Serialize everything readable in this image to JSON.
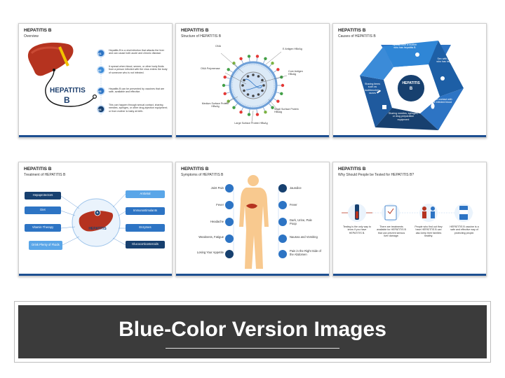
{
  "banner": {
    "text": "Blue-Color Version Images"
  },
  "colors": {
    "primary": "#2d74c4",
    "dark": "#17406f",
    "light": "#5aa6e8",
    "banner_bg": "#3b3b3b",
    "liver": "#b5331f"
  },
  "slide1": {
    "title": "HEPATITIS B",
    "subtitle": "Overview",
    "logo_word1": "HEPATITIS",
    "logo_word2": "B",
    "items": [
      {
        "num": "01",
        "text": "Hepatitis B is a viral infection that attacks the liver and can cause both acute and chronic disease."
      },
      {
        "num": "02",
        "text": "It spread when blood, semen, or other body fluids from a person infected with the virus enters the body of someone who is not infected."
      },
      {
        "num": "03",
        "text": "Hepatitis B can be prevented by vaccines that are safe, available and effective."
      },
      {
        "num": "04",
        "text": "This can happen through sexual contact, sharing needles, syringes, or other drug-injection equipment; or from mother to baby at birth."
      }
    ]
  },
  "slide2": {
    "title": "HEPATITIS B",
    "subtitle": "Structure of HEPATITIS B",
    "labels": {
      "dna": "DNA",
      "dna_polymerase": "DNA Polymerase",
      "medium_surface": "Medium Surface Protein HBsAg",
      "large_surface": "Large Surface Protein HBsAg",
      "small_surface": "Small Surface Protein HBsAg",
      "core_antigen": "Core Antigen HBcAg",
      "e_antigen": "E Antigen HBeAg"
    }
  },
  "slide3": {
    "title": "HEPATITIS B",
    "subtitle": "Causes of HEPATITIS B",
    "center_line1": "HEPATITIS",
    "center_line2": "B",
    "segments": [
      "Spread from a mother who has hepatitis B",
      "Sex with a partner who has hepatitis B",
      "Direct contact with the infected blood",
      "Sharing needles, syringes, or drug preparation equipment",
      "Sharing items such as toothbrushes, razors"
    ]
  },
  "slide4": {
    "title": "HEPATITIS B",
    "subtitle": "Treatment of HEPATITIS B",
    "center": "HEPATITIS",
    "center_badge": "B",
    "left": [
      "Hepaprotectors",
      "Diet",
      "Vitamin Therapy",
      "Drink Plenty of Fluids"
    ],
    "right": [
      "Antiviral",
      "Immunostimulants",
      "Enzymes",
      "Glucocorticosteroids"
    ]
  },
  "slide5": {
    "title": "HEPATITIS B",
    "subtitle": "Symptoms of HEPATITIS B",
    "left": [
      "Joint Pain",
      "Fever",
      "Headache",
      "Weakness, Fatigue",
      "Losing Your Appetite"
    ],
    "right": [
      "Jaundice",
      "Fever",
      "Dark, Urine, Pale Poop",
      "Nausea and Vomiting",
      "Pain in the Right Side of the Abdomen"
    ]
  },
  "slide6": {
    "title": "HEPATITIS B",
    "subtitle": "Why Should People be Tested for HEPATITIS B?",
    "items": [
      "Testing is the only way to know if you have HEPATITIS B.",
      "There are treatments available for HEPATITIS B that can prevent serious liver damage.",
      "People who find out they have HEPATITIS B can also keep their families healthy.",
      "HEPATITIS B vaccine is a safe and effective way of protecting people."
    ]
  }
}
